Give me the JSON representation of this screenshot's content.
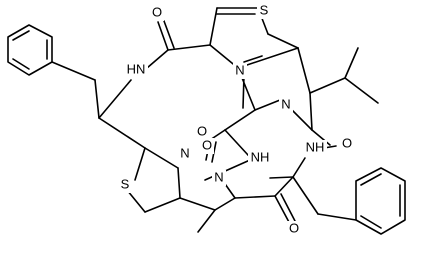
{
  "atom_labels": {
    "s_top": "S",
    "o_top": "O",
    "nh_left": "HN",
    "n_center_upper": "N",
    "n_right": "N",
    "nh_right": "NH",
    "o_right": "O",
    "o_center1": "O",
    "o_center2": "O",
    "nh_center": "NH",
    "s_left": "S",
    "n_left": "N",
    "n_lower": "N",
    "o_bottom": "O"
  }
}
